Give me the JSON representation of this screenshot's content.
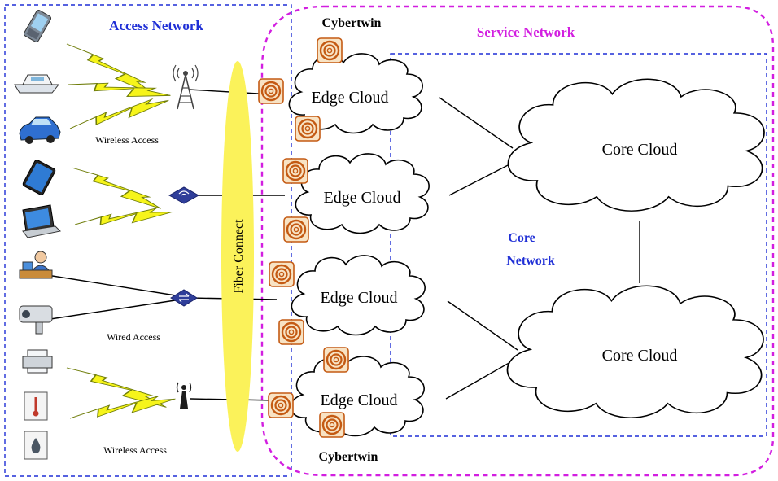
{
  "access_network": {
    "title": "Access Network",
    "wireless_access_top": "Wireless Access",
    "wired_access": "Wired Access",
    "wireless_access_bottom": "Wireless Access"
  },
  "service_network": {
    "title": "Service Network"
  },
  "core_network": {
    "title_line1": "Core",
    "title_line2": "Network"
  },
  "fiber": {
    "label": "Fiber Connect"
  },
  "cybertwin": {
    "top": "Cybertwin",
    "bottom": "Cybertwin"
  },
  "edge_clouds": [
    "Edge Cloud",
    "Edge Cloud",
    "Edge Cloud",
    "Edge Cloud"
  ],
  "core_clouds": [
    "Core Cloud",
    "Core Cloud"
  ],
  "colors": {
    "access_title": "#1f2fd6",
    "service_title": "#d21ee0",
    "core_title": "#1f2fd6",
    "fiber_fill": "#fbf25a",
    "cybertwin_fill": "#f8e3c4",
    "cybertwin_ring": "#c45a13"
  }
}
